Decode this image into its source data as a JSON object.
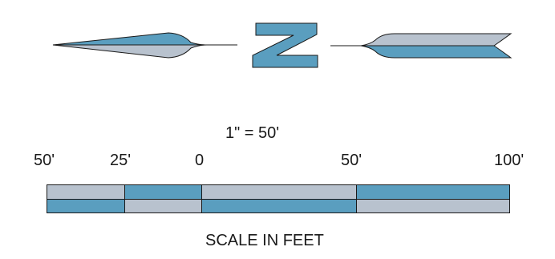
{
  "north_arrow": {
    "letter_glyph": "z-shape",
    "colors": {
      "blue": "#5a9ebf",
      "gray": "#b8c2ce",
      "stroke": "#1a1a1a"
    }
  },
  "scale": {
    "ratio_label": "1\" = 50'",
    "tick_labels": [
      "50'",
      "25'",
      "0",
      "50'",
      "100'"
    ],
    "caption": "SCALE IN FEET",
    "colors": {
      "blue": "#5a9ebf",
      "gray": "#b8c2ce"
    }
  }
}
